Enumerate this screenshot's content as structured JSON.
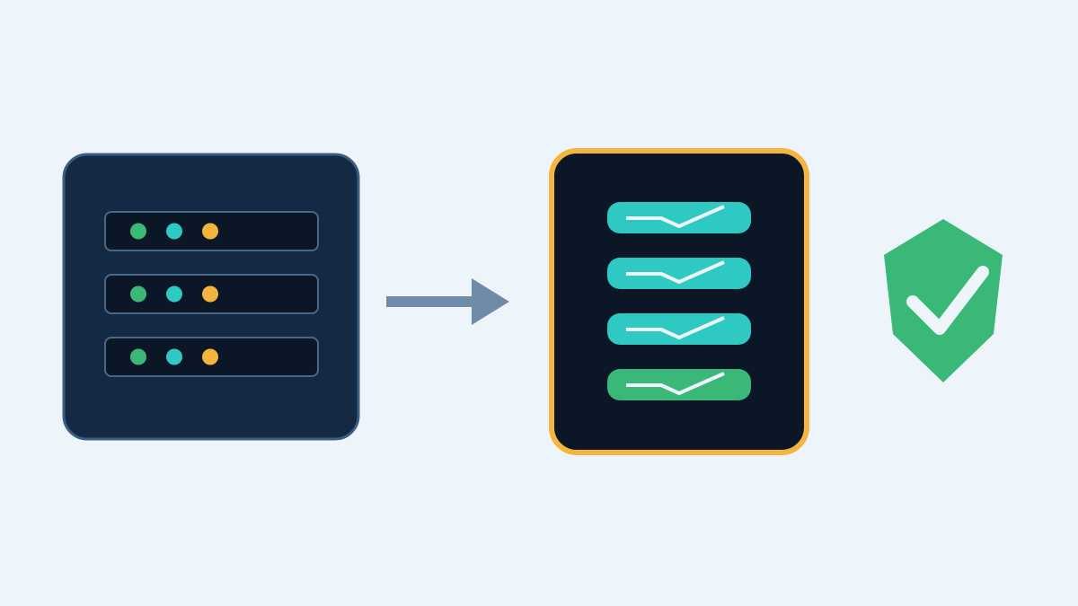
{
  "colors": {
    "background": "#eef5fa",
    "server_fill": "#142a44",
    "server_border": "#3c5d80",
    "slot_fill": "#0b1626",
    "slot_border": "#4a6785",
    "led_green": "#3ab877",
    "led_teal": "#2ec9c2",
    "led_amber": "#f5b43c",
    "arrow": "#6e8ba8",
    "checklist_fill": "#0b1626",
    "checklist_border": "#f5b43c",
    "check_row_teal": "#2ec9c2",
    "check_row_green": "#3ab877",
    "check_mark": "#eef5fa",
    "shield": "#3ab877",
    "shield_check": "#eef5fa"
  },
  "server": {
    "icon": "server-rack-icon",
    "slots": [
      {
        "leds": [
          "led_green",
          "led_teal",
          "led_amber"
        ]
      },
      {
        "leds": [
          "led_green",
          "led_teal",
          "led_amber"
        ]
      },
      {
        "leds": [
          "led_green",
          "led_teal",
          "led_amber"
        ]
      }
    ]
  },
  "flow_arrow": {
    "icon": "arrow-right-icon"
  },
  "checklist": {
    "icon": "checklist-icon",
    "rows": [
      {
        "color": "check_row_teal"
      },
      {
        "color": "check_row_teal"
      },
      {
        "color": "check_row_teal"
      },
      {
        "color": "check_row_green"
      }
    ]
  },
  "shield": {
    "icon": "shield-check-icon"
  }
}
